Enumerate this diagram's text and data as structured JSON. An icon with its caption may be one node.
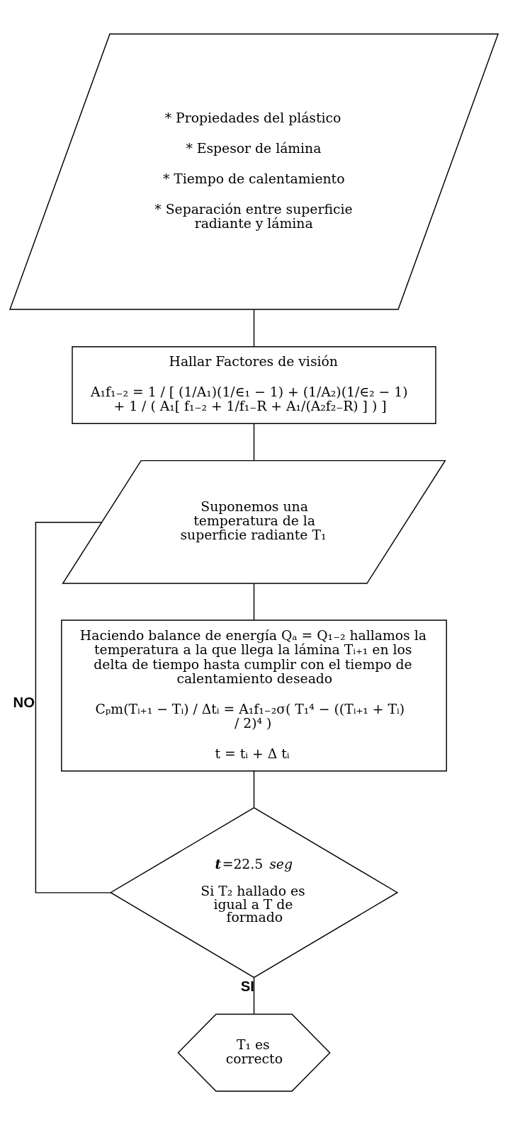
{
  "diagram": {
    "nodes": [
      {
        "text": [
          "* Propiedades del plástico",
          "* Espesor de lámina",
          "* Tiempo de calentamiento",
          "* Separación entre superficie radiante y lámina"
        ]
      },
      {
        "text": [
          "Hallar Factores de visión",
          "A₁f₁₋₂ = 1 / [ (1/A₁)(1/∈₁ − 1) + (1/A₂)(1/∈₂ − 1) + 1 / ( A₁[ f₁₋₂ + 1/f₁₋R + A₁/(A₂f₂₋R) ] ) ]"
        ]
      },
      {
        "text": [
          "Suponemos una temperatura de la superficie radiante T₁"
        ]
      },
      {
        "text": [
          "Haciendo balance de energía Qₐ = Q₁₋₂ hallamos la temperatura a la que llega la lámina Tᵢ₊₁ en los delta de tiempo hasta cumplir con el tiempo de calentamiento deseado",
          "Cₚm(Tᵢ₊₁ − Tᵢ) / Δtᵢ = A₁f₁₋₂σ( T₁⁴ − ((Tᵢ₊₁ + Tᵢ) / 2)⁴ )",
          "t = tᵢ + Δ tᵢ"
        ]
      },
      {
        "text": [
          "**t**=22.5 *seg*",
          "Si T₂ hallado es igual a T de formado"
        ]
      },
      {
        "text": [
          "T₁ es correcto"
        ]
      }
    ],
    "edges": [
      {
        "from": 0,
        "to": 1,
        "arrow": "none"
      },
      {
        "from": 1,
        "to": 2,
        "arrow": "none"
      },
      {
        "from": 2,
        "to": 3,
        "arrow": "none"
      },
      {
        "from": 3,
        "to": 4,
        "arrow": "none"
      },
      {
        "from": 4,
        "to": 2,
        "arrow": "none",
        "label": "NO"
      },
      {
        "from": 4,
        "to": 5,
        "arrow": "none",
        "label": "SI"
      }
    ]
  }
}
